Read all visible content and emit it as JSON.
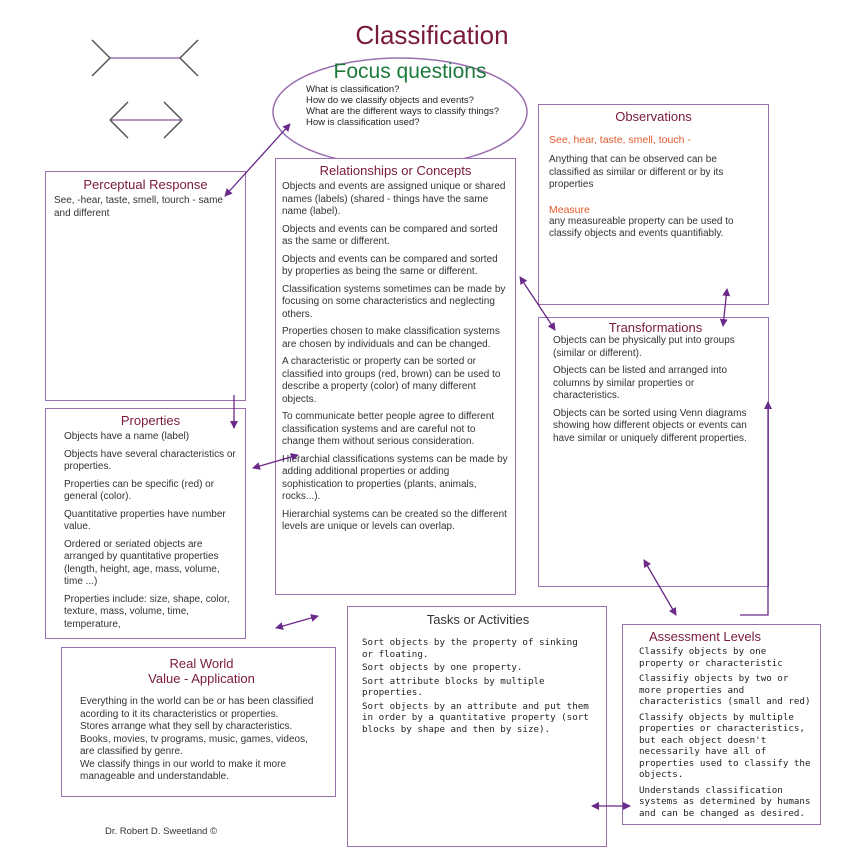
{
  "title": "Classification",
  "focus": {
    "title": "Focus questions",
    "questions": [
      "What is classification?",
      "How do we classify objects and events?",
      "What are the different ways to classify things?",
      "How is classification used?"
    ]
  },
  "perceptual": {
    "title": "Perceptual Response",
    "text": "See, -hear, taste, smell, tourch - same and different"
  },
  "properties": {
    "title": "Properties",
    "items": [
      "Objects have a name (label)",
      "Objects have several characteristics or properties.",
      "Properties can be specific (red) or general (color).",
      "Quantitative properties have number value.",
      "Ordered or seriated objects are arranged by quantitative properties (length, height, age, mass, volume, time ...)",
      "Properties include: size, shape, color, texture, mass, volume, time, temperature,"
    ]
  },
  "relationships": {
    "title": "Relationships or Concepts",
    "items": [
      "Objects and events are assigned unique or shared names (labels) (shared - things have the same name (label).",
      "Objects and events can be compared and sorted as the same or different.",
      "Objects and events can be compared and sorted by properties as being the same or different.",
      "Classification systems sometimes can be made by focusing on some characteristics and neglecting others.",
      "Properties chosen to make classification systems are chosen by individuals and can be changed.",
      "A characteristic or property can be sorted or classified into groups (red, brown) can be used to describe a property (color) of many different objects.",
      "To communicate better people agree to different classification systems and are careful not to change them without serious consideration.",
      "Hierarchial classifications systems can be made by adding additional properties or adding sophistication to properties (plants, animals, rocks...).",
      "Hierarchial systems can be created so the different levels are unique or levels can overlap."
    ]
  },
  "observations": {
    "title": "Observations",
    "senses": "See, hear, taste, smell, touch -",
    "senses_text": "Anything that can be observed can be classified as similar or different or by its properties",
    "measure": "Measure",
    "measure_text": "any measureable property can be used to classify objects and events quantifiably."
  },
  "transformations": {
    "title": "Transformations",
    "items": [
      "Objects can be physically put into groups (similar or different).",
      "Objects can be listed and arranged into columns by similar properties or characteristics.",
      "Objects can be sorted using Venn diagrams showing how different objects or events can have similar or uniquely different properties."
    ]
  },
  "real_world": {
    "title1": "Real World",
    "title2": "Value - Application",
    "lines": [
      "Everything in the world can be or has been classified acording to it its characteristics or properties.",
      "Stores arrange what they sell by characteristics.",
      "Books, movies, tv programs, music, games, videos, are classified by genre.",
      "We classify things in our world to make it more manageable and understandable."
    ]
  },
  "tasks": {
    "title": "Tasks or Activities",
    "items": [
      "Sort objects by the property of sinking or floating.",
      "Sort objects by one property.",
      "Sort attribute blocks by multiple properties.",
      "Sort objects by an attribute and put them in order by a quantitative property (sort blocks by shape and then by size)."
    ]
  },
  "assessment": {
    "title": "Assessment Levels",
    "items": [
      "Classify objects by one property or characteristic",
      "Classifiy objects by two or more properties and characteristics (small and red)",
      "Classify objects by multiple properties or characteristics, but each object doesn't necessarily have all of properties used to classify the objects.",
      "Understands classification systems as determined by humans and can be changed as desired."
    ]
  },
  "credit": "Dr. Robert D. Sweetland ©",
  "colors": {
    "title": "#7a1a3a",
    "focus": "#1e7a3c",
    "border": "#9a6fb0",
    "arrow": "#6a2a8a",
    "accent": "#e05a2a"
  }
}
